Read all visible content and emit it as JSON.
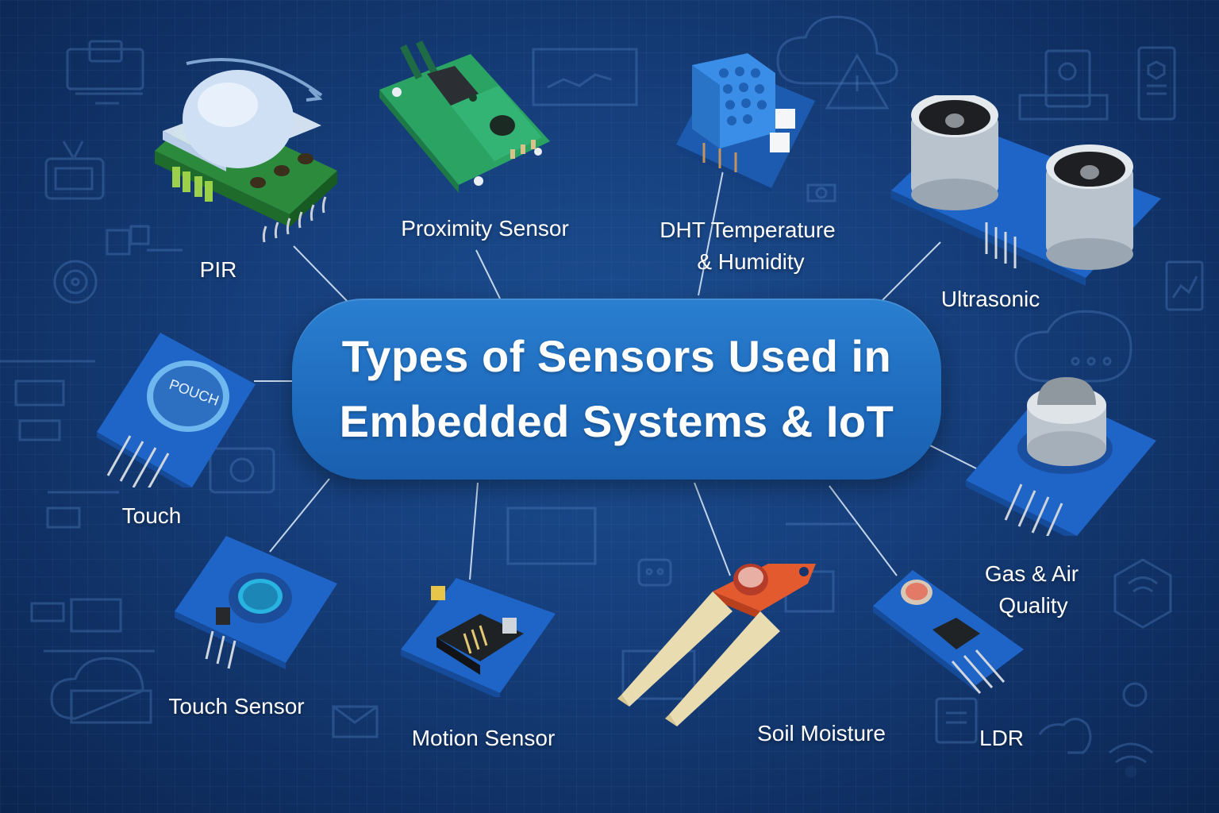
{
  "title": {
    "line1": "Types of Sensors Used in",
    "line2": "Embedded Systems & IoT"
  },
  "colors": {
    "background": "#163f7c",
    "background_dark": "#0b2550",
    "center_pill": "#1f6cbf",
    "text": "#ffffff",
    "connector": "#d7e6f7",
    "pcb_blue": "#1e5fc0",
    "pcb_green": "#2f9a4f",
    "soil_probe_red": "#e2502a",
    "soil_probe_gold": "#e9dcb0"
  },
  "sensors": [
    {
      "id": "pir",
      "label": "PIR",
      "icon": "pir-dome-sensor"
    },
    {
      "id": "proximity",
      "label": "Proximity Sensor",
      "icon": "proximity-sensor-module"
    },
    {
      "id": "dht",
      "label_line1": "DHT Temperature",
      "label_line2": "& Humidity",
      "icon": "dht-sensor"
    },
    {
      "id": "ultrasonic",
      "label": "Ultrasonic",
      "icon": "ultrasonic-sensor"
    },
    {
      "id": "touch",
      "label": "Touch",
      "icon": "touch-button-module",
      "button_text": "POUCH"
    },
    {
      "id": "gas",
      "label_line1": "Gas & Air",
      "label_line2": "Quality",
      "icon": "gas-sensor"
    },
    {
      "id": "touch_sensor",
      "label": "Touch Sensor",
      "icon": "capacitive-touch-module"
    },
    {
      "id": "motion",
      "label": "Motion Sensor",
      "icon": "motion-sensor-module"
    },
    {
      "id": "soil",
      "label": "Soil Moisture",
      "icon": "soil-moisture-probe"
    },
    {
      "id": "ldr",
      "label": "LDR",
      "icon": "ldr-module"
    }
  ]
}
